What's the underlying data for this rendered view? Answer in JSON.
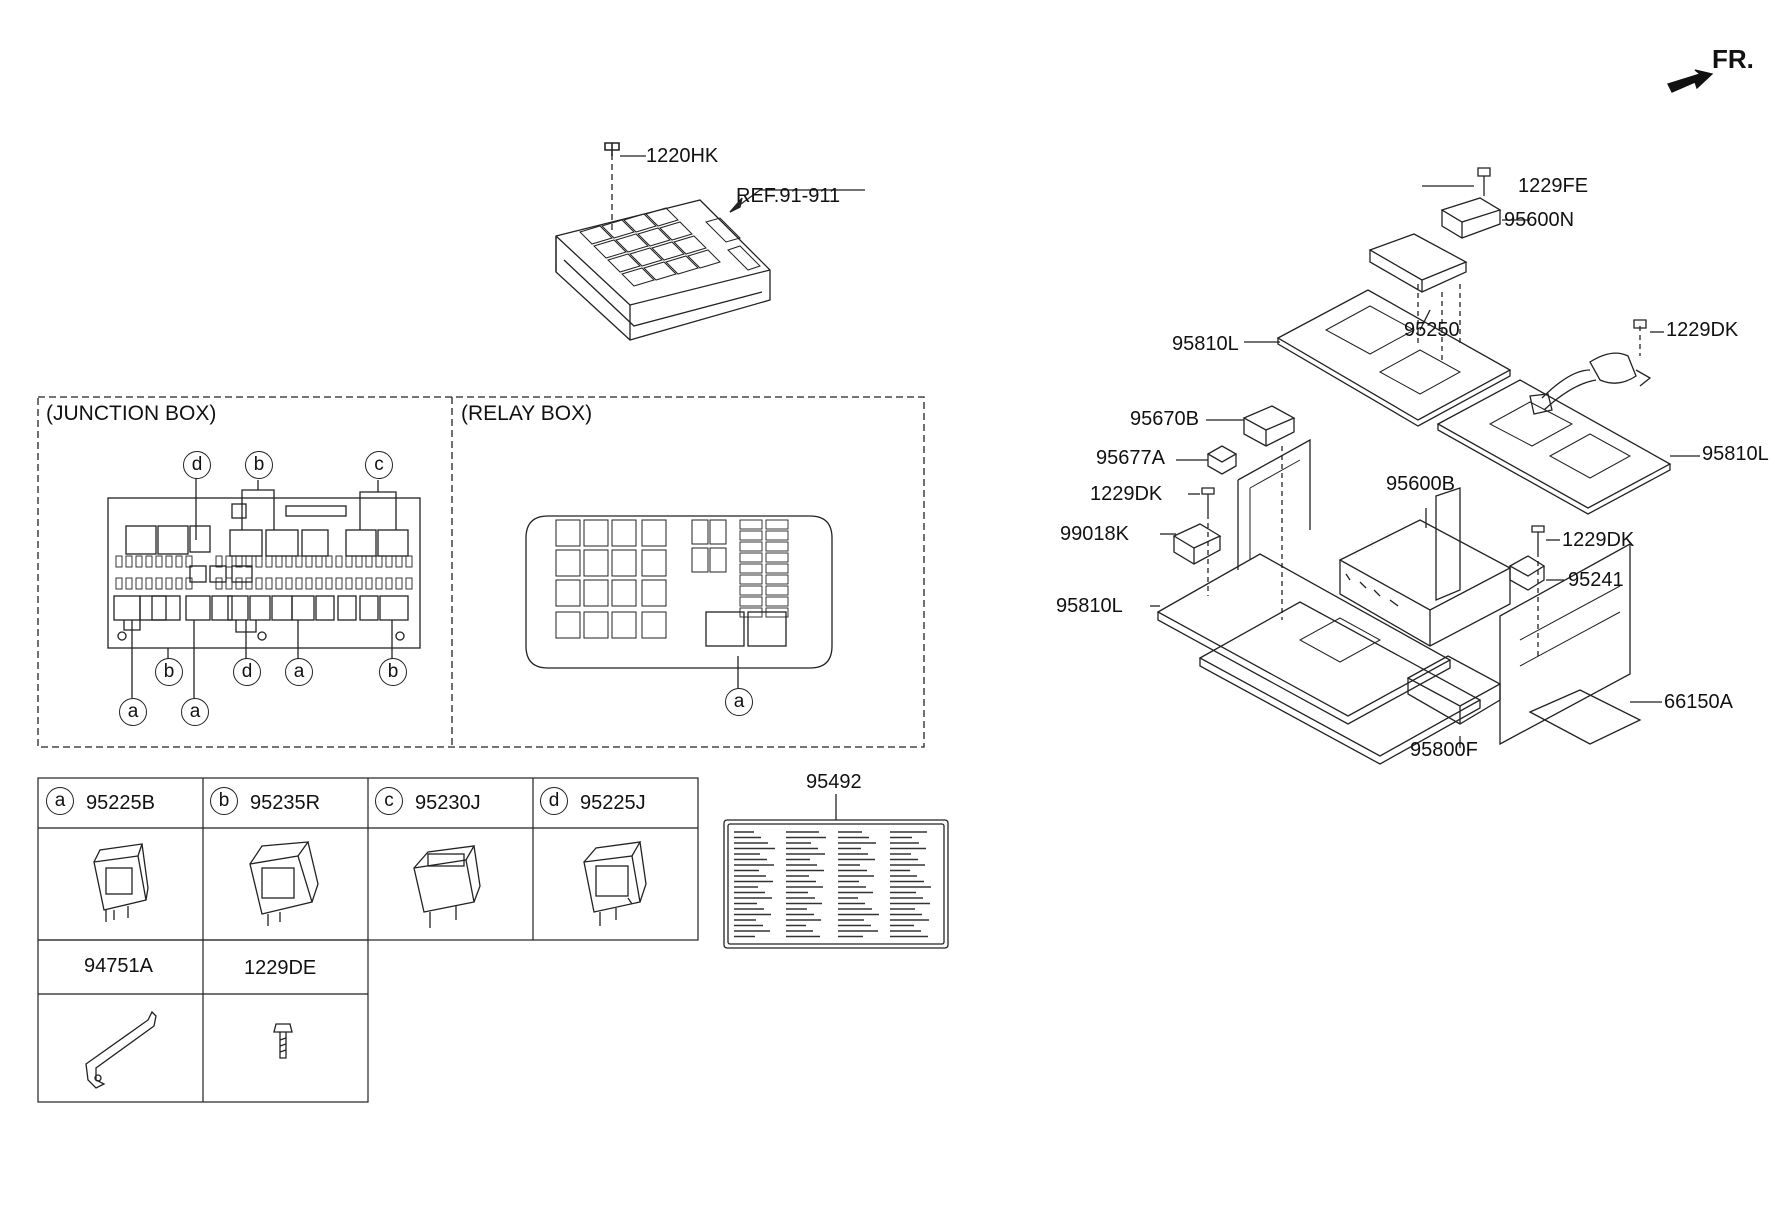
{
  "direction": {
    "label": "FR.",
    "icon": "front-direction-arrow-icon"
  },
  "fuse_box_callouts": {
    "bolt": "1220HK",
    "reference": "REF.91-911"
  },
  "sections": {
    "junction_box": "(JUNCTION BOX)",
    "relay_box": "(RELAY BOX)"
  },
  "junction_box_markers": {
    "top": [
      "d",
      "b",
      "c"
    ],
    "bottom": [
      "b",
      "d",
      "a",
      "b"
    ],
    "lower": [
      "a",
      "a"
    ]
  },
  "relay_box_markers": [
    "a"
  ],
  "parts_table": {
    "row1": [
      {
        "marker": "a",
        "code": "95225B",
        "icon": "relay-icon"
      },
      {
        "marker": "b",
        "code": "95235R",
        "icon": "relay-icon"
      },
      {
        "marker": "c",
        "code": "95230J",
        "icon": "relay-icon"
      },
      {
        "marker": "d",
        "code": "95225J",
        "icon": "relay-icon"
      }
    ],
    "row2": [
      {
        "code": "94751A",
        "icon": "bracket-icon"
      },
      {
        "code": "1229DE",
        "icon": "bolt-icon"
      }
    ]
  },
  "label_part": {
    "code": "95492",
    "icon": "fuse-label-sticker-icon"
  },
  "assembly_callouts": {
    "c_1229FE": "1229FE",
    "c_95600N": "95600N",
    "c_95810L_1": "95810L",
    "c_95250": "95250",
    "c_1229DK_1": "1229DK",
    "c_95670B": "95670B",
    "c_95810L_2": "95810L",
    "c_95677A": "95677A",
    "c_1229DK_2": "1229DK",
    "c_95600B": "95600B",
    "c_99018K": "99018K",
    "c_1229DK_3": "1229DK",
    "c_95241": "95241",
    "c_95810L_3": "95810L",
    "c_66150A": "66150A",
    "c_95800F": "95800F"
  }
}
